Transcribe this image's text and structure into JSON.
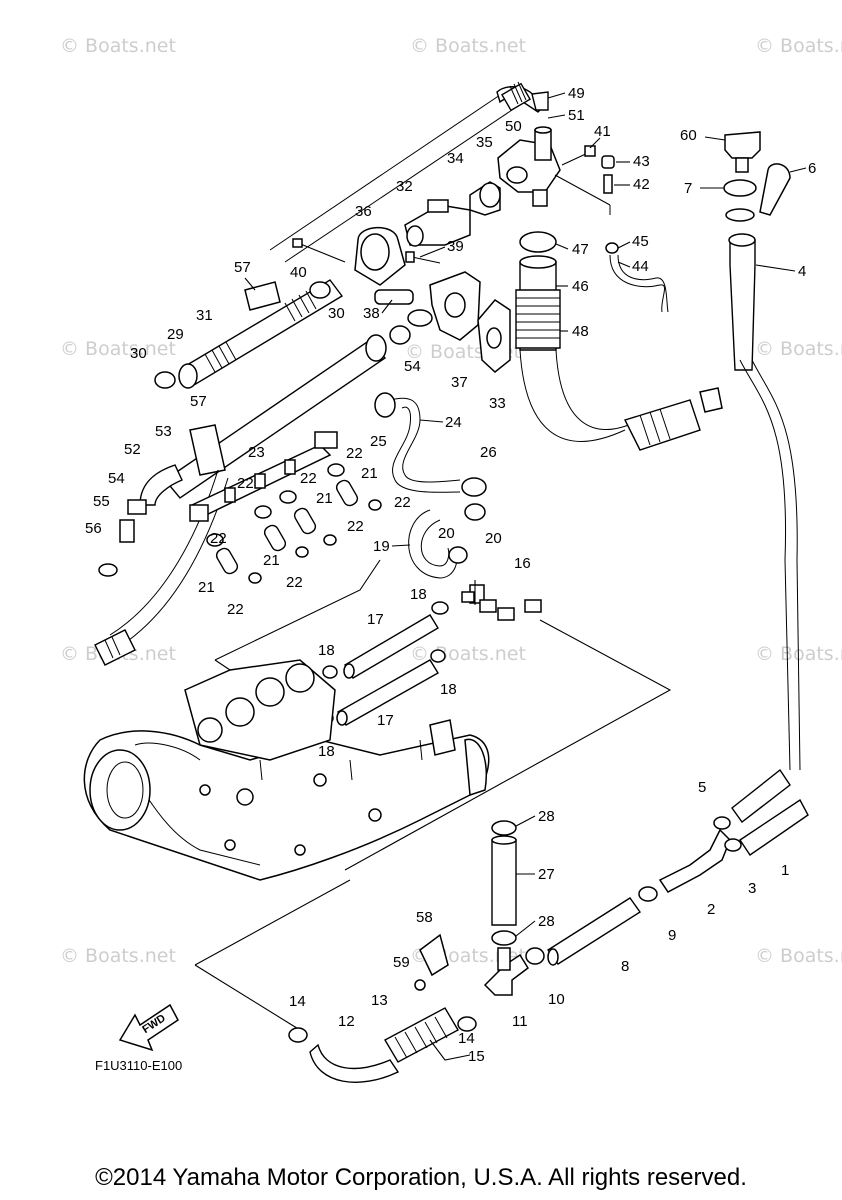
{
  "watermark": "© Boats.net",
  "drawing_code": "F1U3110-E100",
  "fwd_label": "FWD",
  "copyright": "©2014 Yamaha Motor Corporation, U.S.A. All rights reserved.",
  "callout_numbers": [
    "1",
    "2",
    "3",
    "4",
    "5",
    "6",
    "7",
    "8",
    "9",
    "10",
    "11",
    "12",
    "13",
    "14",
    "15",
    "16",
    "17",
    "18",
    "19",
    "20",
    "21",
    "22",
    "23",
    "24",
    "25",
    "26",
    "27",
    "28",
    "29",
    "30",
    "31",
    "32",
    "33",
    "34",
    "35",
    "36",
    "37",
    "38",
    "39",
    "40",
    "41",
    "42",
    "43",
    "44",
    "45",
    "46",
    "47",
    "48",
    "49",
    "50",
    "51",
    "52",
    "53",
    "54",
    "55",
    "56",
    "57",
    "58",
    "59",
    "60"
  ]
}
